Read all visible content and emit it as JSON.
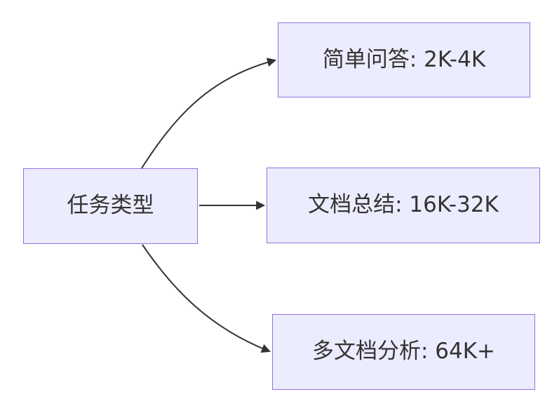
{
  "diagram": {
    "root": {
      "label": "任务类型"
    },
    "branches": [
      {
        "label": "简单问答: 2K-4K"
      },
      {
        "label": "文档总结: 16K-32K"
      },
      {
        "label": "多文档分析: 64K+"
      }
    ],
    "edges": [
      {
        "from": "任务类型",
        "to": "简单问答: 2K-4K"
      },
      {
        "from": "任务类型",
        "to": "文档总结: 16K-32K"
      },
      {
        "from": "任务类型",
        "to": "多文档分析: 64K+"
      }
    ],
    "colors": {
      "node_fill": "#ECECFF",
      "node_border": "#9370DB",
      "edge": "#333333",
      "text": "#333333"
    }
  }
}
